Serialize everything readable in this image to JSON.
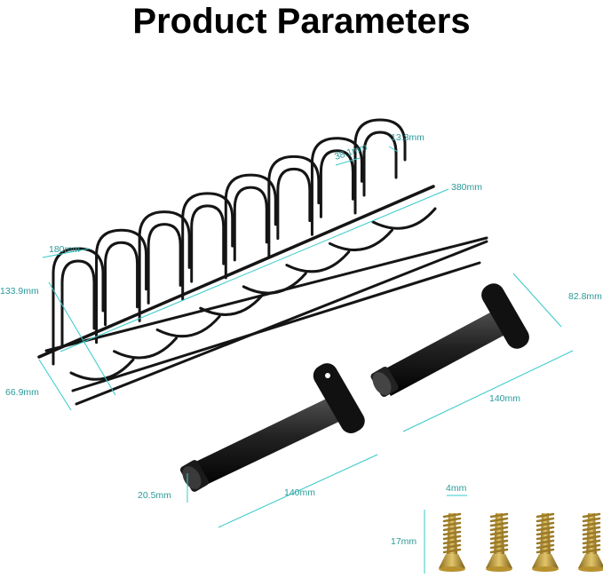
{
  "title": "Product Parameters",
  "dimensions": {
    "rack_hook_width": "13.3mm",
    "hook_gap": "38.1mm",
    "rack_length": "380mm",
    "rack_depth": "180mm",
    "rack_height": "133.9mm",
    "front_height": "66.9mm",
    "plate_length": "82.8mm",
    "rod_length_back": "140mm",
    "rod_length_front": "140mm",
    "rod_diameter": "20.5mm",
    "screw_diameter": "4mm",
    "screw_length": "17mm"
  },
  "colors": {
    "dimension": "#35c8c8",
    "metal": "#1a1a1a",
    "screw": "#c9a43c"
  }
}
